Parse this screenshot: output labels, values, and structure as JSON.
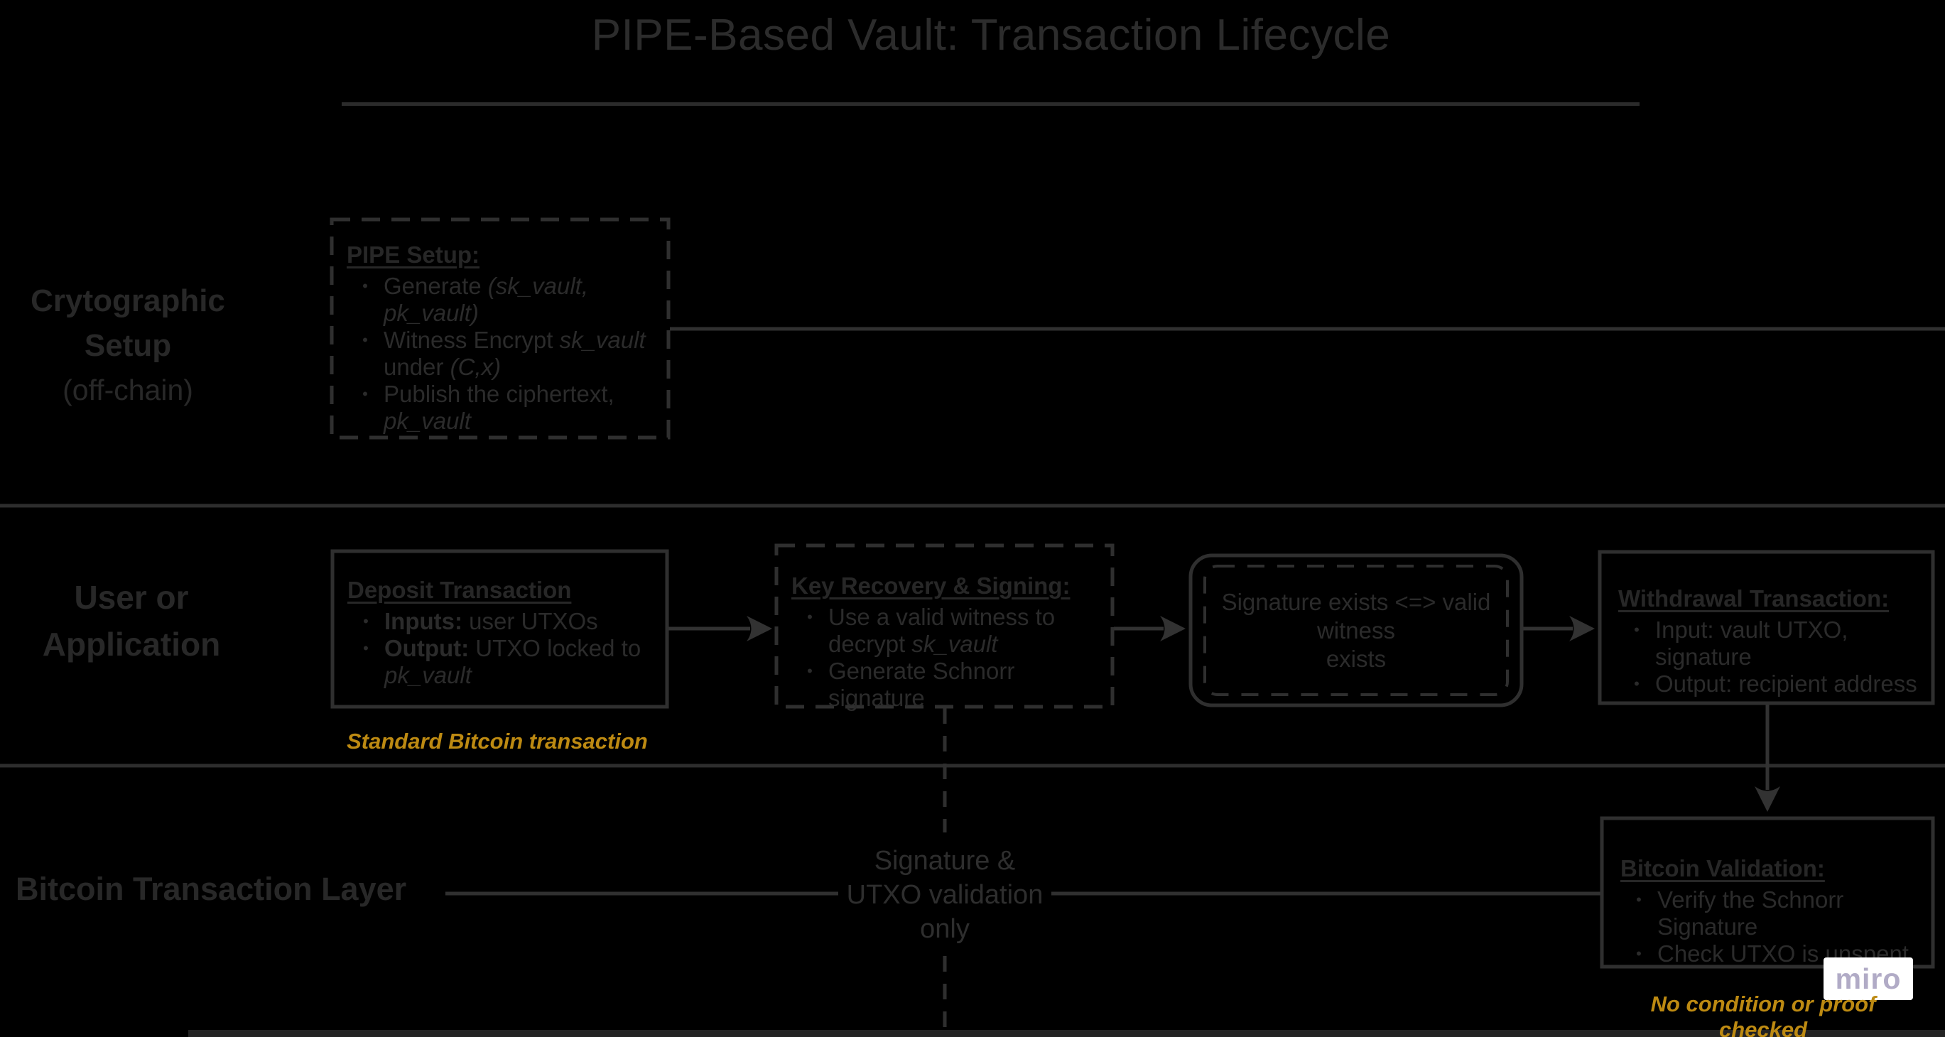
{
  "title": {
    "text": "PIPE-Based Vault: Transaction Lifecycle"
  },
  "lanes": {
    "crypto": {
      "line1": "Crytographic",
      "line2": "Setup",
      "line3": "(off-chain)"
    },
    "user": {
      "line1": "User or",
      "line2": "Application"
    },
    "bitcoin": {
      "label": "Bitcoin Transaction Layer"
    }
  },
  "bullet": "•",
  "boxes": {
    "pipe_setup": {
      "title": "PIPE Setup:",
      "b1_pre": "Generate ",
      "b1_it": "(sk_vault, pk_vault)",
      "b2_pre": "Witness Encrypt ",
      "b2_it": "sk_vault",
      "b2c_pre": "under ",
      "b2c_it": "(C,x)",
      "b3": "Publish the ciphertext,",
      "b3c_it": "pk_vault"
    },
    "deposit": {
      "title": "Deposit Transaction",
      "b1_b": "Inputs:",
      "b1_r": " user UTXOs",
      "b2_b": "Output:",
      "b2_r": " UTXO locked to",
      "b2c_it": "pk_vault"
    },
    "key_recovery": {
      "title": "Key Recovery & Signing:",
      "b1": "Use a valid witness to",
      "b1c_pre": "decrypt ",
      "b1c_it": "sk_vault",
      "b2": "Generate Schnorr signature"
    },
    "signature": {
      "line1": "Signature exists <=> valid witness",
      "line2": "exists"
    },
    "withdrawal": {
      "title": "Withdrawal Transaction:",
      "b1": "Input: vault UTXO, signature",
      "b2": "Output: recipient address"
    },
    "bitcoin_validation": {
      "title": "Bitcoin Validation:",
      "b1": "Verify the Schnorr Signature",
      "b2": "Check UTXO is unspent"
    }
  },
  "annotations": {
    "standard_tx": "Standard Bitcoin transaction",
    "sig1": "Signature &",
    "sig2": "UTXO validation",
    "sig3": "only",
    "no_condition": "No condition or proof checked"
  },
  "logo": {
    "text": "miro"
  },
  "colors": {
    "background": "#000000",
    "ink": "#2b2b2b",
    "line": "#2f2f2f",
    "accent_orange": "#bd8a12",
    "logo_text": "#b1abc6",
    "logo_bg": "#ffffff"
  }
}
